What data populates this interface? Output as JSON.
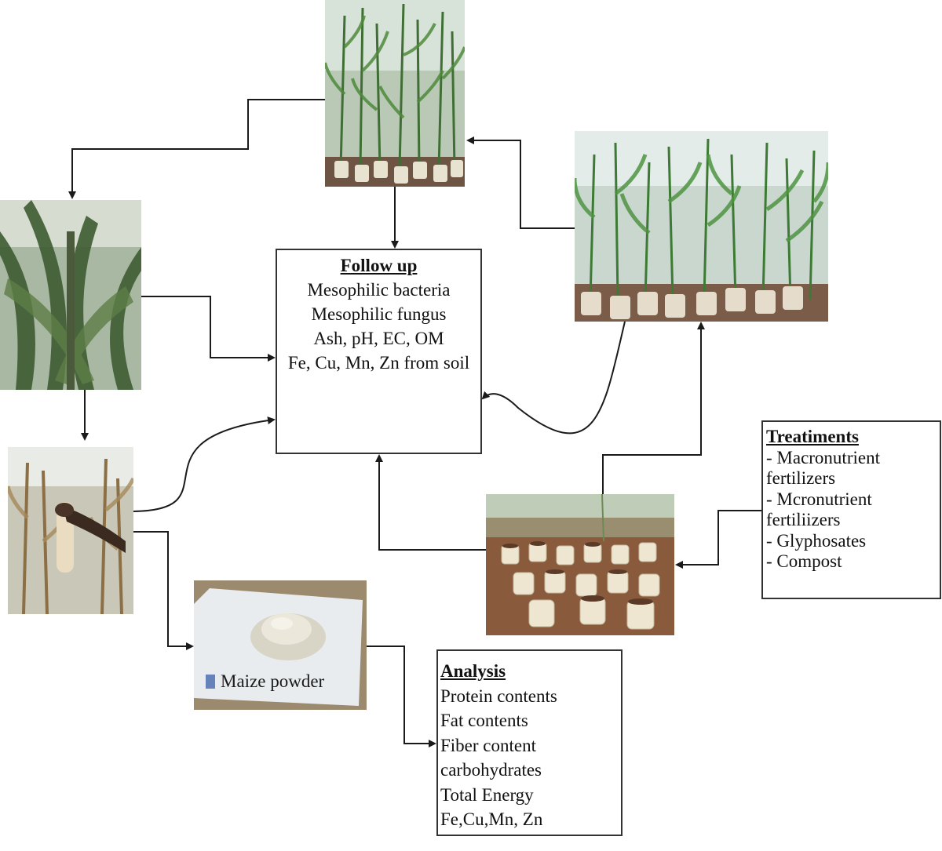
{
  "follow_up": {
    "title": "Follow up",
    "lines": [
      "Mesophilic bacteria",
      "Mesophilic fungus",
      "Ash, pH, EC, OM",
      "Fe, Cu, Mn, Zn from soil"
    ]
  },
  "treatments": {
    "title": "Treatiments",
    "lines": [
      "- Macronutrient",
      "fertilizers",
      "- Mcronutrient",
      "fertiliizers",
      "- Glyphosates",
      "- Compost"
    ]
  },
  "analysis": {
    "title": "Analysis",
    "lines": [
      "Protein contents",
      "Fat contents",
      "Fiber content",
      "carbohydrates",
      "Total Energy",
      "Fe,Cu,Mn, Zn"
    ]
  },
  "photos": {
    "powder_caption": "Maize powder"
  },
  "colors": {
    "arrow": "#1a1a1a",
    "box_border": "#333333"
  }
}
